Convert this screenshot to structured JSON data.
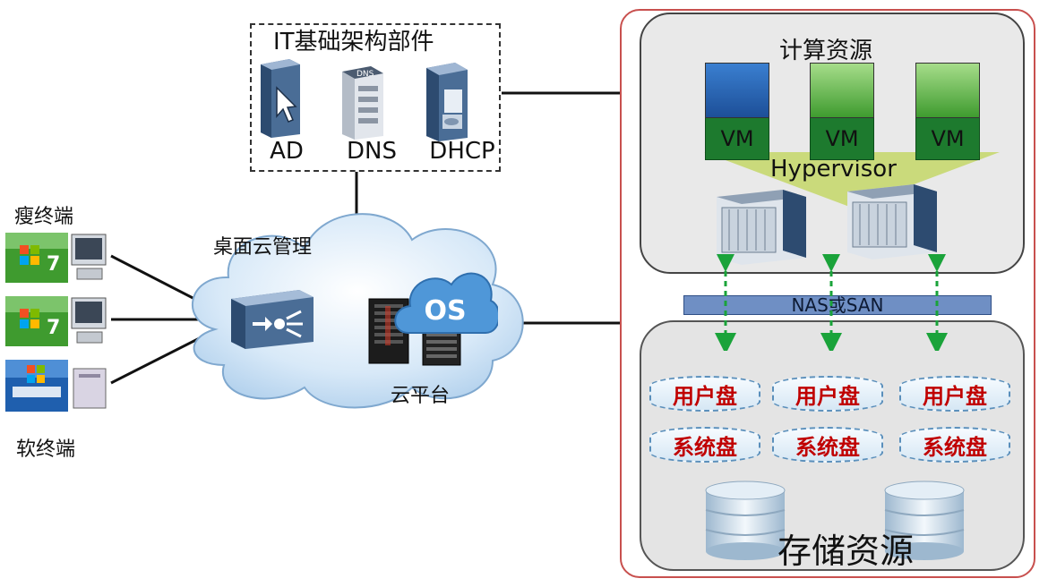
{
  "it_infra": {
    "title": "IT基础架构部件",
    "components": [
      {
        "label": "AD",
        "icon": "ad-server-icon"
      },
      {
        "label": "DNS",
        "icon": "dns-server-icon"
      },
      {
        "label": "DHCP",
        "icon": "dhcp-server-icon"
      }
    ]
  },
  "terminals": {
    "thin_label": "瘦终端",
    "soft_label": "软终端"
  },
  "cloud": {
    "management_label": "桌面云管理",
    "platform_label": "云平台",
    "os_label": "OS"
  },
  "compute": {
    "title": "计算资源",
    "vm_label": "VM",
    "hypervisor_label": "Hypervisor"
  },
  "nas_label": "NAS或SAN",
  "storage": {
    "title": "存储资源",
    "user_disk": "用户盘",
    "system_disk": "系统盘"
  },
  "colors": {
    "accent_red": "#c00000",
    "vm_green": "#1d7a2e",
    "arrow_green": "#1aa33a",
    "bar_blue": "#6f8fc4",
    "panel_border": "#c8504e"
  }
}
